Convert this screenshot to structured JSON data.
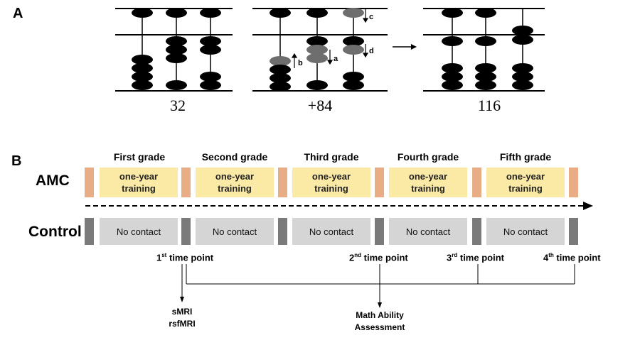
{
  "panel_a": {
    "label": "A",
    "abacus_left": {
      "caption": "32"
    },
    "abacus_middle": {
      "caption": "+84",
      "arrows": [
        "c",
        "b",
        "a",
        "d"
      ]
    },
    "abacus_right": {
      "caption": "116"
    }
  },
  "panel_b": {
    "label": "B",
    "grades": [
      "First grade",
      "Second grade",
      "Third grade",
      "Fourth grade",
      "Fifth grade"
    ],
    "amc": {
      "label": "AMC",
      "box_text_line1": "one-year",
      "box_text_line2": "training"
    },
    "control": {
      "label": "Control",
      "box_text": "No contact"
    },
    "time_points": [
      {
        "num": "1",
        "suffix": "st",
        "text": "time point"
      },
      {
        "num": "2",
        "suffix": "nd",
        "text": "time point"
      },
      {
        "num": "3",
        "suffix": "rd",
        "text": "time point"
      },
      {
        "num": "4",
        "suffix": "th",
        "text": "time point"
      }
    ],
    "scan_line1": "sMRI",
    "scan_line2": "rsfMRI",
    "math_line1": "Math Ability",
    "math_line2": "Assessment",
    "colors": {
      "training": "#fbe9a6",
      "amc_tick": "#e8ad85",
      "no_contact": "#d5d5d5",
      "control_tick": "#7a7a7a"
    }
  }
}
